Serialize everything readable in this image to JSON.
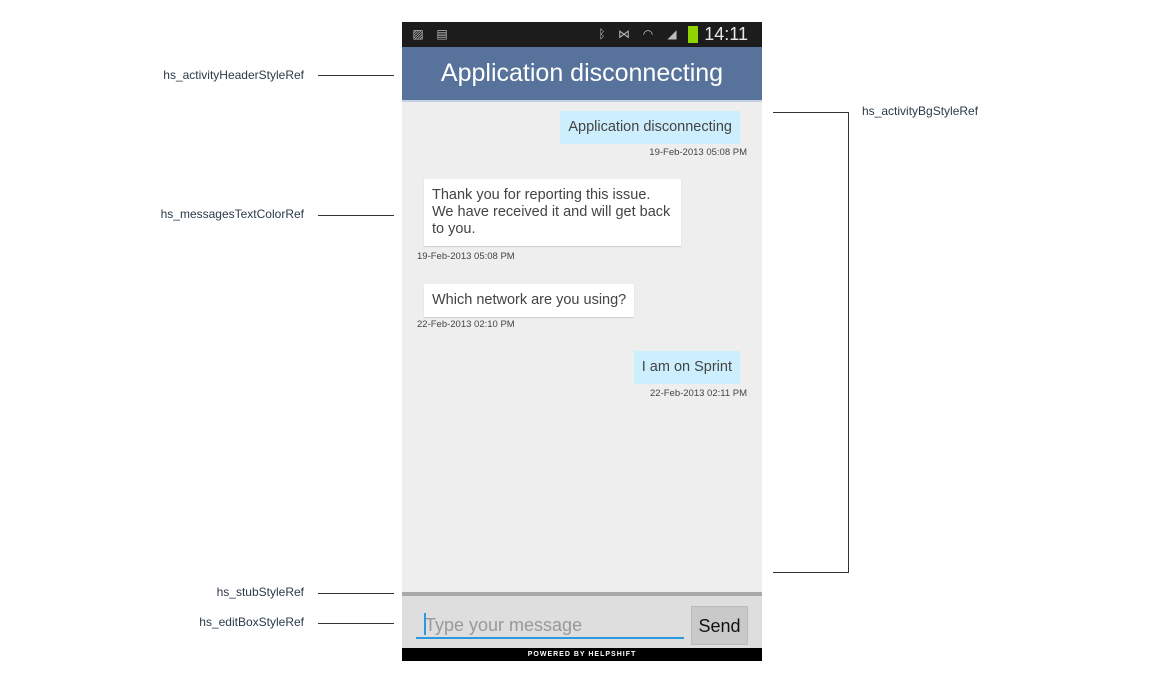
{
  "annotations": {
    "header": "hs_activityHeaderStyleRef",
    "messages_text": "hs_messagesTextColorRef",
    "stub": "hs_stubStyleRef",
    "edit_box": "hs_editBoxStyleRef",
    "bg": "hs_activityBgStyleRef"
  },
  "status_bar": {
    "time": "14:11",
    "icons": [
      "image-icon",
      "sim-icon",
      "bluetooth-icon",
      "vibrate-icon",
      "wifi-icon",
      "signal-icon",
      "battery-icon"
    ]
  },
  "header": {
    "title": "Application disconnecting",
    "color": "#58739b"
  },
  "messages": [
    {
      "from": "user",
      "text": "Application disconnecting",
      "timestamp": "19-Feb-2013 05:08 PM"
    },
    {
      "from": "agent",
      "text": "Thank you for reporting this issue. We have received it and will get back to you.",
      "timestamp": "19-Feb-2013 05:08 PM"
    },
    {
      "from": "agent",
      "text": "Which network are you using?",
      "timestamp": "22-Feb-2013 02:10 PM"
    },
    {
      "from": "user",
      "text": "I am on Sprint",
      "timestamp": "22-Feb-2013 02:11 PM"
    }
  ],
  "composer": {
    "placeholder": "Type your message",
    "send_label": "Send"
  },
  "footer": "POWERED BY HELPSHIFT"
}
